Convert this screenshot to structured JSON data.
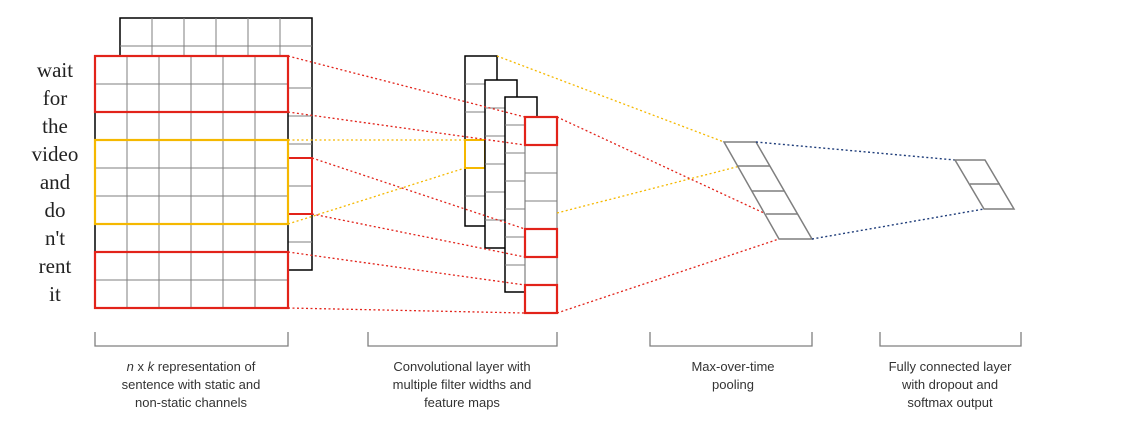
{
  "sentence_words": [
    "wait",
    "for",
    "the",
    "video",
    "and",
    "do",
    "n't",
    "rent",
    "it"
  ],
  "captions": {
    "input": {
      "line1_var_n": "n",
      "line1_mid": " x ",
      "line1_var_k": "k",
      "line1_rest": " representation of",
      "line2": "sentence with static and",
      "line3": "non-static channels"
    },
    "conv": {
      "line1": "Convolutional layer with",
      "line2": "multiple filter widths and",
      "line3": "feature maps"
    },
    "pool": {
      "line1": "Max-over-time",
      "line2": "pooling"
    },
    "fc": {
      "line1": "Fully connected layer",
      "line2": "with dropout and",
      "line3": "softmax output"
    }
  },
  "colors": {
    "grid": "#7f7f7f",
    "outline": "#000000",
    "red": "#e2231a",
    "orange": "#f5b800",
    "blue": "#1f3d7a",
    "text": "#333333"
  }
}
